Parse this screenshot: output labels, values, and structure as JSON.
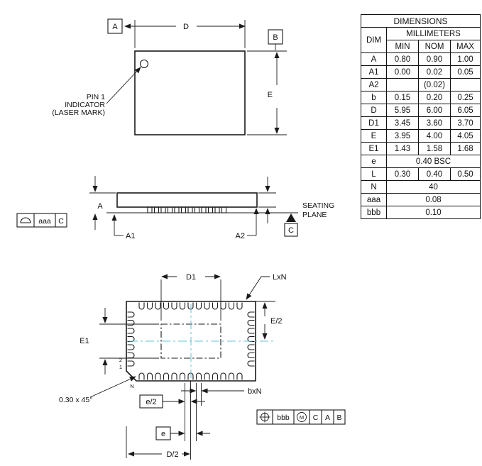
{
  "colors": {
    "line": "#1a1a1a",
    "centerline": "#5fc4da",
    "background": "#ffffff"
  },
  "table": {
    "title": "DIMENSIONS",
    "dim_header": "DIM",
    "units_header": "MILLIMETERS",
    "col_headers": {
      "min": "MIN",
      "nom": "NOM",
      "max": "MAX"
    },
    "rows": [
      {
        "dim": "A",
        "min": "0.80",
        "nom": "0.90",
        "max": "1.00"
      },
      {
        "dim": "A1",
        "min": "0.00",
        "nom": "0.02",
        "max": "0.05"
      },
      {
        "dim": "A2",
        "min": "",
        "nom": "(0.02)",
        "max": ""
      },
      {
        "dim": "b",
        "min": "0.15",
        "nom": "0.20",
        "max": "0.25"
      },
      {
        "dim": "D",
        "min": "5.95",
        "nom": "6.00",
        "max": "6.05"
      },
      {
        "dim": "D1",
        "min": "3.45",
        "nom": "3.60",
        "max": "3.70"
      },
      {
        "dim": "E",
        "min": "3.95",
        "nom": "4.00",
        "max": "4.05"
      },
      {
        "dim": "E1",
        "min": "1.43",
        "nom": "1.58",
        "max": "1.68"
      },
      {
        "dim": "e",
        "span": "0.40 BSC"
      },
      {
        "dim": "L",
        "min": "0.30",
        "nom": "0.40",
        "max": "0.50"
      },
      {
        "dim": "N",
        "span": "40"
      },
      {
        "dim": "aaa",
        "span": "0.08"
      },
      {
        "dim": "bbb",
        "span": "0.10"
      }
    ]
  },
  "top_view": {
    "datum_a": "A",
    "datum_b": "B",
    "dim_d": "D",
    "dim_e": "E",
    "pin1_note": [
      "PIN 1",
      "INDICATOR",
      "(LASER MARK)"
    ]
  },
  "side_view": {
    "dim_a": "A",
    "dim_a1": "A1",
    "dim_a2": "A2",
    "seating_plane": [
      "SEATING",
      "PLANE"
    ],
    "datum_c": "C",
    "flatness_fcf": {
      "tolerance": "aaa",
      "datum": "C"
    }
  },
  "bottom_view": {
    "dim_d1": "D1",
    "dim_e1": "E1",
    "dim_e_half": "E/2",
    "lead_length": "LxN",
    "lead_width": "bxN",
    "pitch_half": "e/2",
    "pitch": "e",
    "dim_d_half": "D/2",
    "chamfer_note": "0.30 x 45°",
    "pin_2": "2",
    "pin_1": "1",
    "pin_n": "N",
    "position_fcf": {
      "tolerance": "bbb",
      "modifier": "M",
      "datum_1": "C",
      "datum_2": "A",
      "datum_3": "B"
    }
  }
}
